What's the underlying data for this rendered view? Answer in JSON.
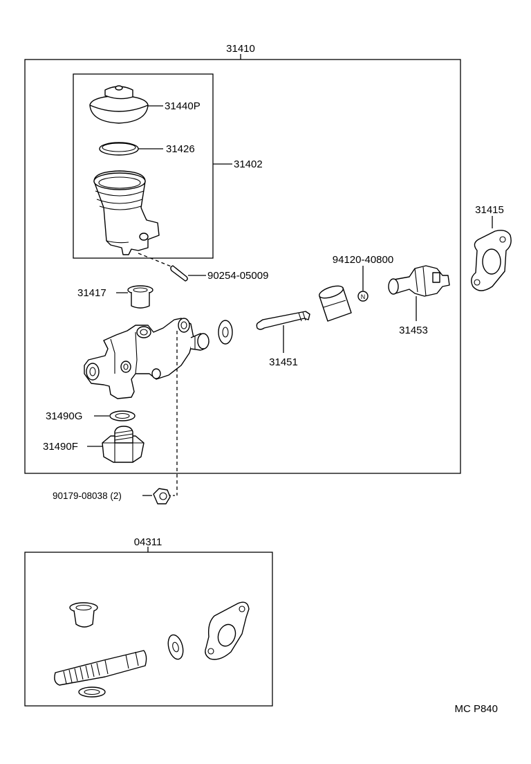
{
  "labels": {
    "assembly": "31410",
    "reservoir_cap": "31440P",
    "reservoir_gasket": "31426",
    "reservoir_set": "31402",
    "mounting_gasket": "31415",
    "straight_pin": "90254-05009",
    "nut_plate": "94120-40800",
    "grommet": "31417",
    "push_rod_clevis": "31453",
    "push_rod_bolt": "31451",
    "union_gasket": "31490G",
    "union_fitting": "31490F",
    "nut": "90179-08038 (2)",
    "repair_kit": "04311",
    "diagram_code": "MC P840",
    "nut_marker": "N"
  },
  "colors": {
    "line": "#000000",
    "background": "#ffffff"
  }
}
